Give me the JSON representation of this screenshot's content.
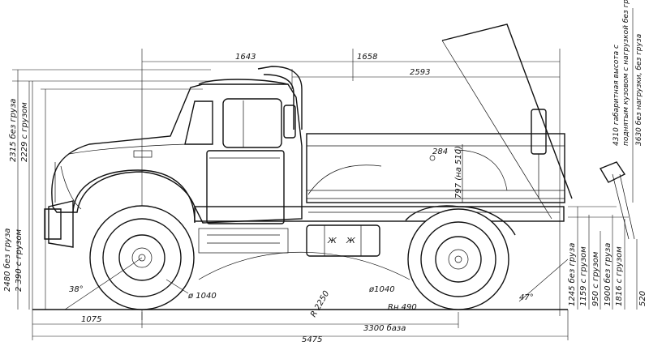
{
  "dimensions": {
    "top_1643": "1643",
    "top_1658": "1658",
    "top_2593": "2593",
    "left_height_empty": "2315 без груза",
    "left_height_loaded": "2229 с грузом",
    "left_total_empty": "2480 без груза",
    "left_total_loaded": "2 390 с грузом",
    "body_depth": "284",
    "body_inner": "797 (на 510)",
    "angle_front": "38°",
    "angle_rear": "47°",
    "wheel_front": "ø 1040",
    "wheel_rear": "ø1040",
    "turn_radius": "R 2250",
    "rear_radius": "Rн 490",
    "overhang_front": "1075",
    "wheelbase": "3300 база",
    "total_length": "5475",
    "right_raised_1": "4310 габаритная высота с",
    "right_raised_2": "поднятым кузовом с нагрузкой без груза",
    "right_raised_3": "3630 без нагрузки, без груза",
    "right_1245": "1245 без груза",
    "right_1159": "1159 с грузом",
    "right_950": "950 с грузом",
    "right_1900": "1900 без груза",
    "right_1816": "1816 с грузом",
    "right_520": "520"
  }
}
